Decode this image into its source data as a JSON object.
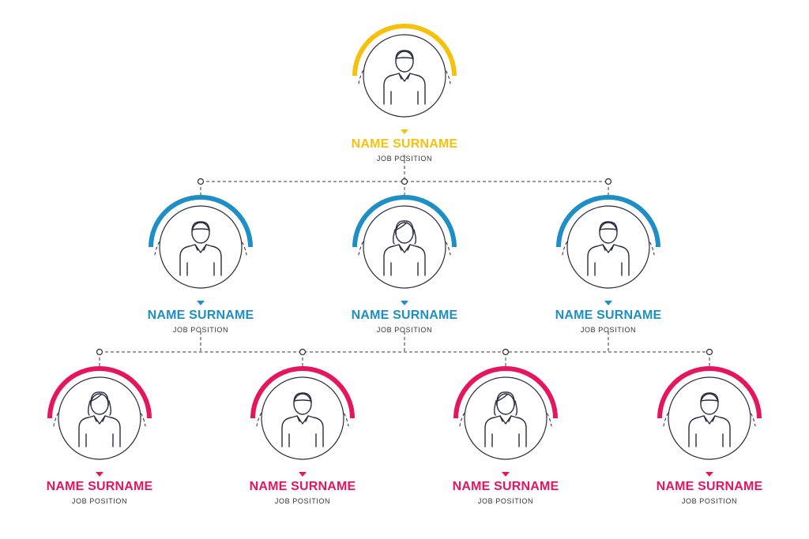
{
  "colors": {
    "level1": "#F4C20D",
    "level2": "#1E8FC4",
    "level3": "#E5155F",
    "ink": "#2B2B44"
  },
  "nodes": [
    {
      "id": "n0",
      "level": 1,
      "gender": "male",
      "name": "NAME SURNAME",
      "position": "JOB POSITION"
    },
    {
      "id": "n1",
      "level": 2,
      "gender": "male",
      "name": "NAME SURNAME",
      "position": "JOB POSITION"
    },
    {
      "id": "n2",
      "level": 2,
      "gender": "female",
      "name": "NAME SURNAME",
      "position": "JOB POSITION"
    },
    {
      "id": "n3",
      "level": 2,
      "gender": "male",
      "name": "NAME SURNAME",
      "position": "JOB POSITION"
    },
    {
      "id": "n4",
      "level": 3,
      "gender": "female",
      "name": "NAME SURNAME",
      "position": "JOB POSITION"
    },
    {
      "id": "n5",
      "level": 3,
      "gender": "male",
      "name": "NAME SURNAME",
      "position": "JOB POSITION"
    },
    {
      "id": "n6",
      "level": 3,
      "gender": "female",
      "name": "NAME SURNAME",
      "position": "JOB POSITION"
    },
    {
      "id": "n7",
      "level": 3,
      "gender": "male",
      "name": "NAME SURNAME",
      "position": "JOB POSITION"
    }
  ],
  "edges": [
    [
      "n0",
      "n1"
    ],
    [
      "n0",
      "n2"
    ],
    [
      "n0",
      "n3"
    ],
    [
      "n1",
      "n4"
    ],
    [
      "n1",
      "n5"
    ],
    [
      "n2",
      "n6"
    ],
    [
      "n3",
      "n7"
    ]
  ]
}
